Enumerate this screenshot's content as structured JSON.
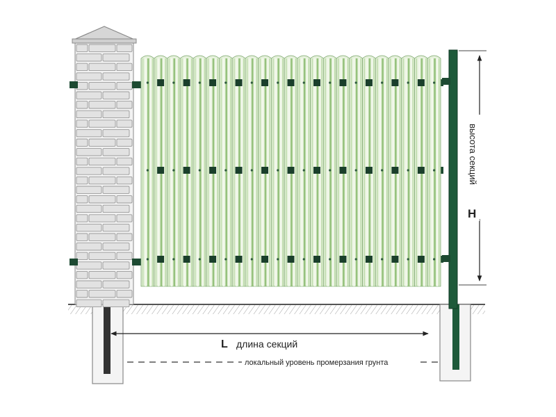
{
  "labels": {
    "height_letter": "H",
    "height_text": "высота секций",
    "length_letter": "L",
    "length_text": "длина секций",
    "frost_text": "локальный уровень промерзания грунта"
  },
  "colors": {
    "slat_light": "#e6f1dc",
    "slat_mid": "#b8d8a4",
    "slat_dark": "#8dbc72",
    "rail": "#1d4a32",
    "post": "#1e5a3a",
    "brick_fill": "#e2e2e2",
    "brick_stroke": "#9a9a9a",
    "ground": "#555555"
  },
  "fence": {
    "slat_count": 23,
    "rail_count": 3
  }
}
